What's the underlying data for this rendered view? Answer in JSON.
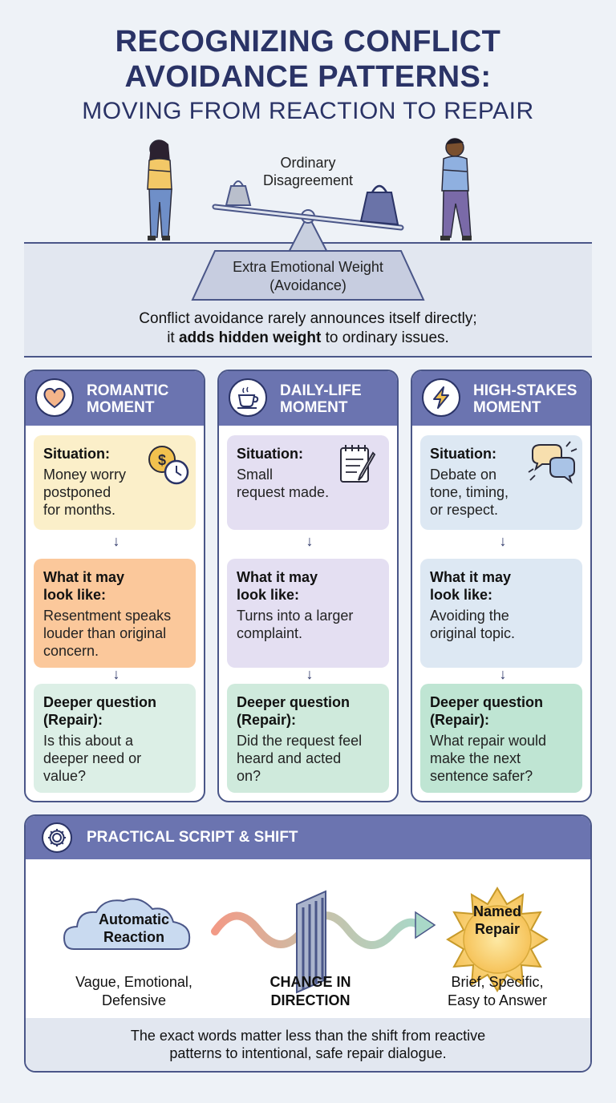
{
  "title_line1": "RECOGNIZING CONFLICT",
  "title_line2": "AVOIDANCE PATTERNS:",
  "subtitle": "MOVING FROM REACTION TO REPAIR",
  "hero": {
    "ordinary_line1": "Ordinary",
    "ordinary_line2": "Disagreement",
    "extra_line1": "Extra Emotional Weight",
    "extra_line2": "(Avoidance)",
    "caption_line1": "Conflict avoidance rarely announces itself directly;",
    "caption_prefix": "it ",
    "caption_bold": "adds hidden weight",
    "caption_suffix": " to ordinary issues."
  },
  "cards": [
    {
      "title_line1": "ROMANTIC",
      "title_line2": "MOMENT",
      "icon": "heart-icon",
      "situation_label": "Situation:",
      "situation_text": [
        "Money worry",
        "postponed",
        "for months."
      ],
      "look_label_line1": "What it may",
      "look_label_line2": "look like:",
      "look_text": [
        "Resentment speaks",
        "louder than original",
        "concern."
      ],
      "deeper_label_line1": "Deeper question",
      "deeper_label_line2": "(Repair):",
      "deeper_text": [
        "Is this about a",
        "deeper need or",
        "value?"
      ]
    },
    {
      "title_line1": "DAILY-LIFE",
      "title_line2": "MOMENT",
      "icon": "coffee-cup-icon",
      "situation_label": "Situation:",
      "situation_text": [
        "Small",
        "request made."
      ],
      "look_label_line1": "What it may",
      "look_label_line2": "look like:",
      "look_text": [
        "Turns into a larger",
        "complaint."
      ],
      "deeper_label_line1": "Deeper question",
      "deeper_label_line2": "(Repair):",
      "deeper_text": [
        "Did the request feel",
        "heard and acted",
        "on?"
      ]
    },
    {
      "title_line1": "HIGH-STAKES",
      "title_line2": "MOMENT",
      "icon": "lightning-icon",
      "situation_label": "Situation:",
      "situation_text": [
        "Debate on",
        "tone, timing,",
        "or respect."
      ],
      "look_label_line1": "What it may",
      "look_label_line2": "look like:",
      "look_text": [
        "Avoiding the",
        "original topic."
      ],
      "deeper_label_line1": "Deeper question",
      "deeper_label_line2": "(Repair):",
      "deeper_text": [
        "What repair would",
        "make the next",
        "sentence safer?"
      ]
    }
  ],
  "practical": {
    "title": "PRACTICAL SCRIPT & SHIFT",
    "cloud_line1": "Automatic",
    "cloud_line2": "Reaction",
    "cloud_caption_line1": "Vague, Emotional,",
    "cloud_caption_line2": "Defensive",
    "middle_line1": "CHANGE IN",
    "middle_line2": "DIRECTION",
    "sun_line1": "Named",
    "sun_line2": "Repair",
    "sun_caption_line1": "Brief, Specific,",
    "sun_caption_line2": "Easy to Answer",
    "footer_line1": "The exact words matter less than the shift from reactive",
    "footer_line2": "patterns to intentional, safe repair dialogue."
  },
  "colors": {
    "header_purple": "#6b74b0",
    "border_navy": "#4a5688",
    "title_navy": "#2a3366",
    "romantic_situation": "#fbefc9",
    "romantic_look": "#fbc89b",
    "romantic_deeper": "#dcefe6",
    "daily_situation": "#e4dff2",
    "daily_look": "#e4dff2",
    "daily_deeper": "#cfeadc",
    "high_situation": "#dde8f3",
    "high_look": "#dde8f3",
    "high_deeper": "#bfe5d3"
  }
}
